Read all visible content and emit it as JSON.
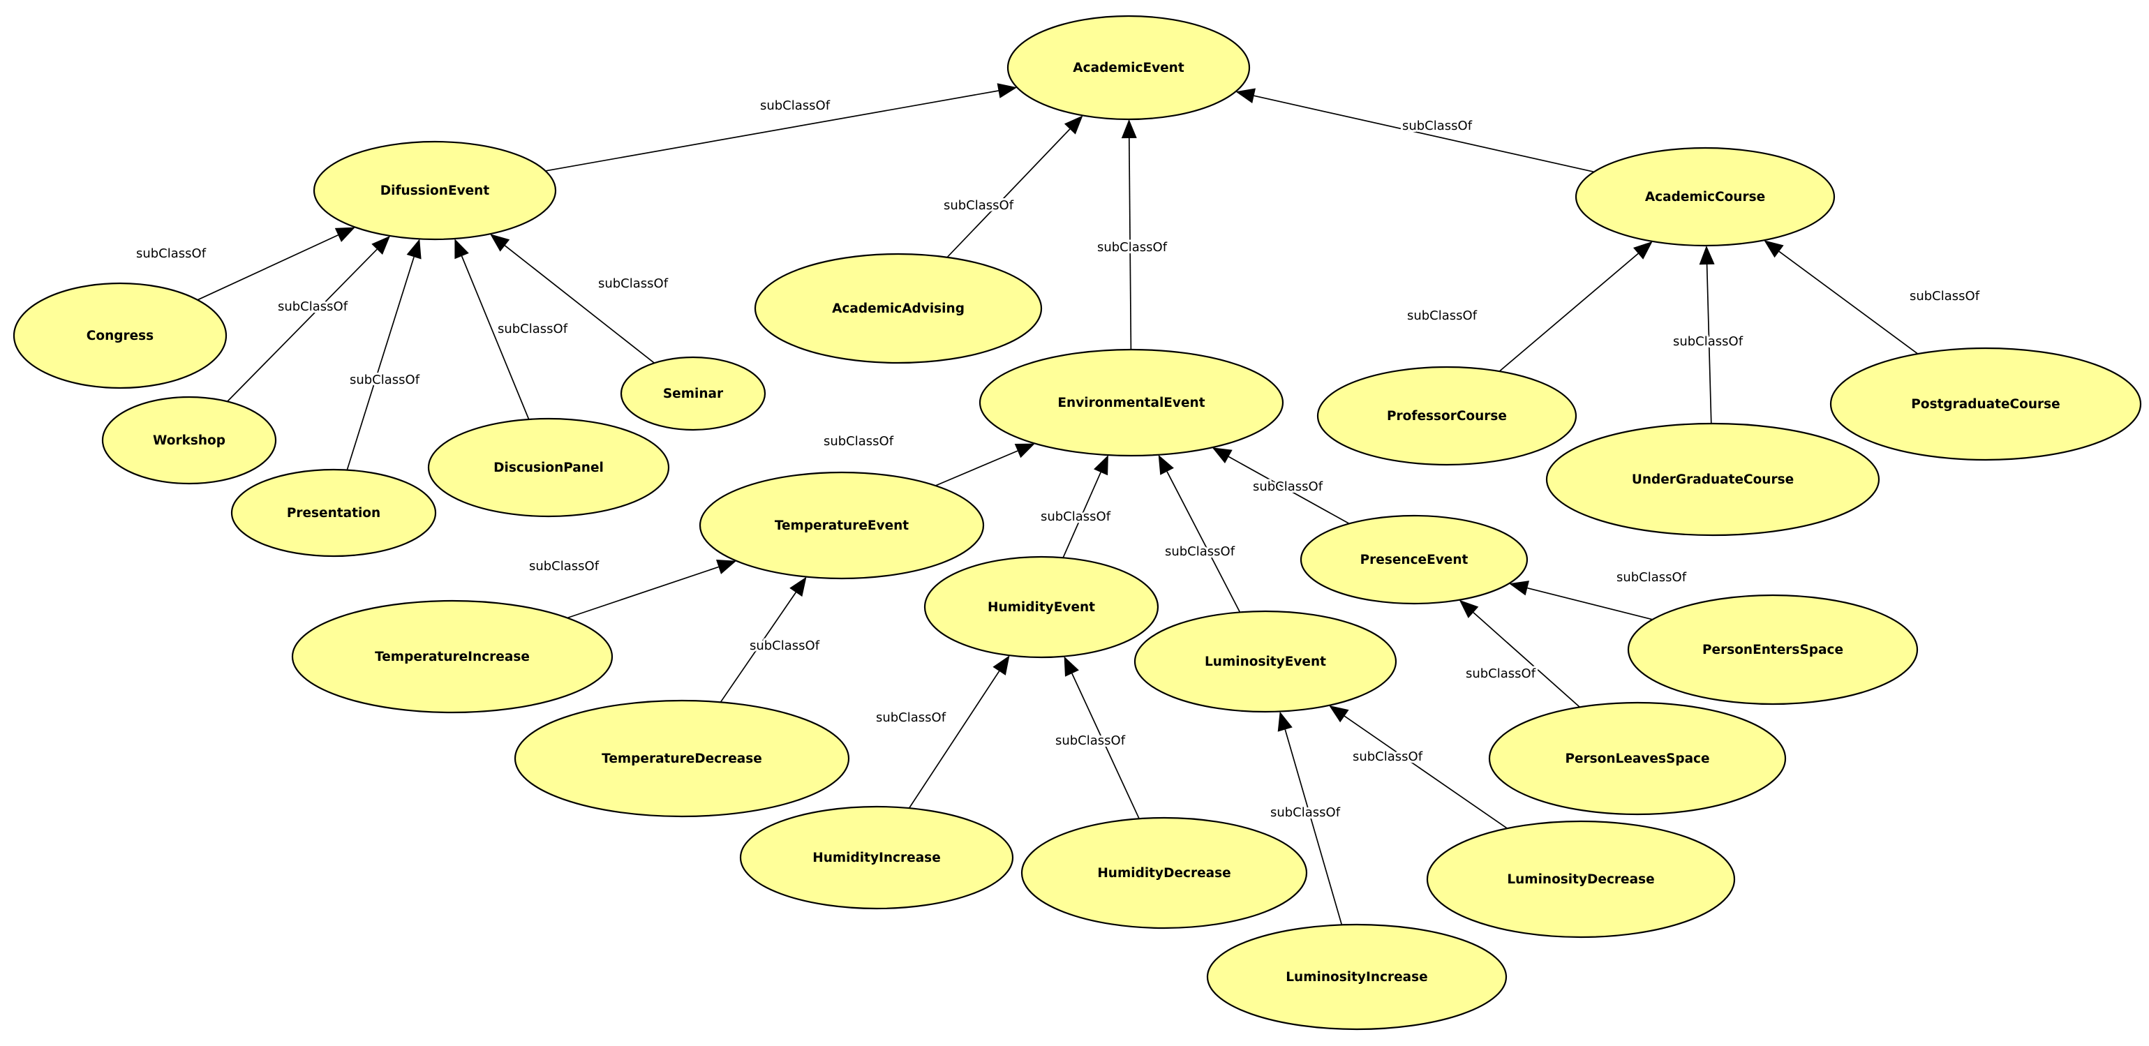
{
  "nodes": [
    {
      "id": "AcademicEvent",
      "label": "AcademicEvent"
    },
    {
      "id": "DifussionEvent",
      "label": "DifussionEvent"
    },
    {
      "id": "AcademicCourse",
      "label": "AcademicCourse"
    },
    {
      "id": "AcademicAdvising",
      "label": "AcademicAdvising"
    },
    {
      "id": "EnvironmentalEvent",
      "label": "EnvironmentalEvent"
    },
    {
      "id": "Congress",
      "label": "Congress"
    },
    {
      "id": "Workshop",
      "label": "Workshop"
    },
    {
      "id": "Presentation",
      "label": "Presentation"
    },
    {
      "id": "DiscusionPanel",
      "label": "DiscusionPanel"
    },
    {
      "id": "Seminar",
      "label": "Seminar"
    },
    {
      "id": "ProfessorCourse",
      "label": "ProfessorCourse"
    },
    {
      "id": "UnderGraduateCourse",
      "label": "UnderGraduateCourse"
    },
    {
      "id": "PostgraduateCourse",
      "label": "PostgraduateCourse"
    },
    {
      "id": "TemperatureEvent",
      "label": "TemperatureEvent"
    },
    {
      "id": "HumidityEvent",
      "label": "HumidityEvent"
    },
    {
      "id": "LuminosityEvent",
      "label": "LuminosityEvent"
    },
    {
      "id": "PresenceEvent",
      "label": "PresenceEvent"
    },
    {
      "id": "TemperatureIncrease",
      "label": "TemperatureIncrease"
    },
    {
      "id": "TemperatureDecrease",
      "label": "TemperatureDecrease"
    },
    {
      "id": "HumidityIncrease",
      "label": "HumidityIncrease"
    },
    {
      "id": "HumidityDecrease",
      "label": "HumidityDecrease"
    },
    {
      "id": "LuminosityIncrease",
      "label": "LuminosityIncrease"
    },
    {
      "id": "LuminosityDecrease",
      "label": "LuminosityDecrease"
    },
    {
      "id": "PersonEntersSpace",
      "label": "PersonEntersSpace"
    },
    {
      "id": "PersonLeavesSpace",
      "label": "PersonLeavesSpace"
    }
  ],
  "edges": [
    {
      "from": "DifussionEvent",
      "to": "AcademicEvent",
      "label": "subClassOf"
    },
    {
      "from": "AcademicAdvising",
      "to": "AcademicEvent",
      "label": "subClassOf"
    },
    {
      "from": "EnvironmentalEvent",
      "to": "AcademicEvent",
      "label": "subClassOf"
    },
    {
      "from": "AcademicCourse",
      "to": "AcademicEvent",
      "label": "subClassOf"
    },
    {
      "from": "Congress",
      "to": "DifussionEvent",
      "label": "subClassOf"
    },
    {
      "from": "Workshop",
      "to": "DifussionEvent",
      "label": "subClassOf"
    },
    {
      "from": "Presentation",
      "to": "DifussionEvent",
      "label": "subClassOf"
    },
    {
      "from": "DiscusionPanel",
      "to": "DifussionEvent",
      "label": "subClassOf"
    },
    {
      "from": "Seminar",
      "to": "DifussionEvent",
      "label": "subClassOf"
    },
    {
      "from": "ProfessorCourse",
      "to": "AcademicCourse",
      "label": "subClassOf"
    },
    {
      "from": "UnderGraduateCourse",
      "to": "AcademicCourse",
      "label": "subClassOf"
    },
    {
      "from": "PostgraduateCourse",
      "to": "AcademicCourse",
      "label": "subClassOf"
    },
    {
      "from": "TemperatureEvent",
      "to": "EnvironmentalEvent",
      "label": "subClassOf"
    },
    {
      "from": "HumidityEvent",
      "to": "EnvironmentalEvent",
      "label": "subClassOf"
    },
    {
      "from": "LuminosityEvent",
      "to": "EnvironmentalEvent",
      "label": "subClassOf"
    },
    {
      "from": "PresenceEvent",
      "to": "EnvironmentalEvent",
      "label": "subClassOf"
    },
    {
      "from": "TemperatureIncrease",
      "to": "TemperatureEvent",
      "label": "subClassOf"
    },
    {
      "from": "TemperatureDecrease",
      "to": "TemperatureEvent",
      "label": "subClassOf"
    },
    {
      "from": "HumidityIncrease",
      "to": "HumidityEvent",
      "label": "subClassOf"
    },
    {
      "from": "HumidityDecrease",
      "to": "HumidityEvent",
      "label": "subClassOf"
    },
    {
      "from": "LuminosityIncrease",
      "to": "LuminosityEvent",
      "label": "subClassOf"
    },
    {
      "from": "LuminosityDecrease",
      "to": "LuminosityEvent",
      "label": "subClassOf"
    },
    {
      "from": "PersonEntersSpace",
      "to": "PresenceEvent",
      "label": "subClassOf"
    },
    {
      "from": "PersonLeavesSpace",
      "to": "PresenceEvent",
      "label": "subClassOf"
    }
  ],
  "colors": {
    "node_fill": "#ffff99",
    "node_stroke": "#000000",
    "edge": "#000000",
    "background": "#ffffff"
  }
}
